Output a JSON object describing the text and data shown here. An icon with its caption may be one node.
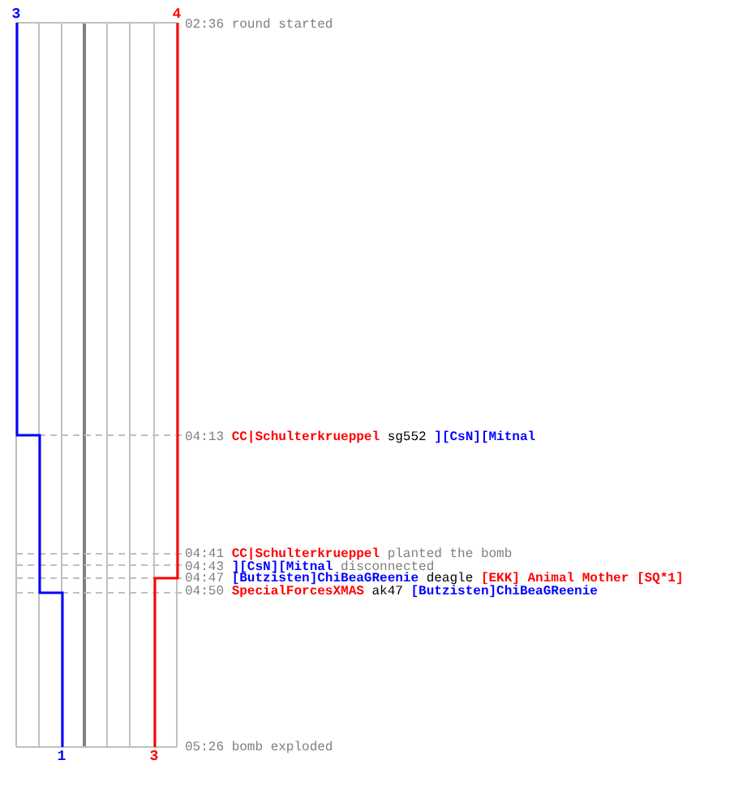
{
  "diagram": {
    "labels": [
      "3",
      "4",
      "02:36",
      "round started",
      "04:13",
      "CC|Schulterkrueppel",
      "sg552",
      "][CsN][Mitnal",
      "04:41",
      "CC|Schulterkrueppel",
      "planted the bomb",
      "04:43",
      "][CsN][Mitnal",
      "disconnected",
      "04:47",
      "[Butzisten]ChiBeaGReenie",
      "deagle",
      "[EKK] Animal Mother [SQ*1]",
      "04:50",
      "SpecialForcesXMAS",
      "ak47",
      "[Butzisten]ChiBeaGReenie",
      "05:26",
      "bomb exploded",
      "1",
      "3"
    ]
  }
}
